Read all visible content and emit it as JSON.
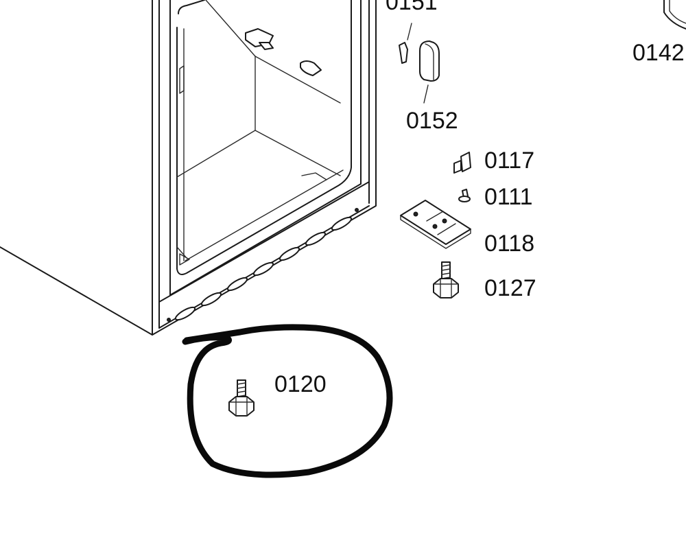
{
  "parts": [
    {
      "id": "p0151",
      "label": "0151"
    },
    {
      "id": "p0142",
      "label": "0142"
    },
    {
      "id": "p0152",
      "label": "0152"
    },
    {
      "id": "p0117",
      "label": "0117"
    },
    {
      "id": "p0111",
      "label": "0111"
    },
    {
      "id": "p0118",
      "label": "0118"
    },
    {
      "id": "p0127",
      "label": "0127"
    },
    {
      "id": "p0120",
      "label": "0120",
      "circled": true
    }
  ],
  "colors": {
    "line": "#1a1a1a",
    "marker": "#0a0a0a",
    "background": "#ffffff"
  }
}
